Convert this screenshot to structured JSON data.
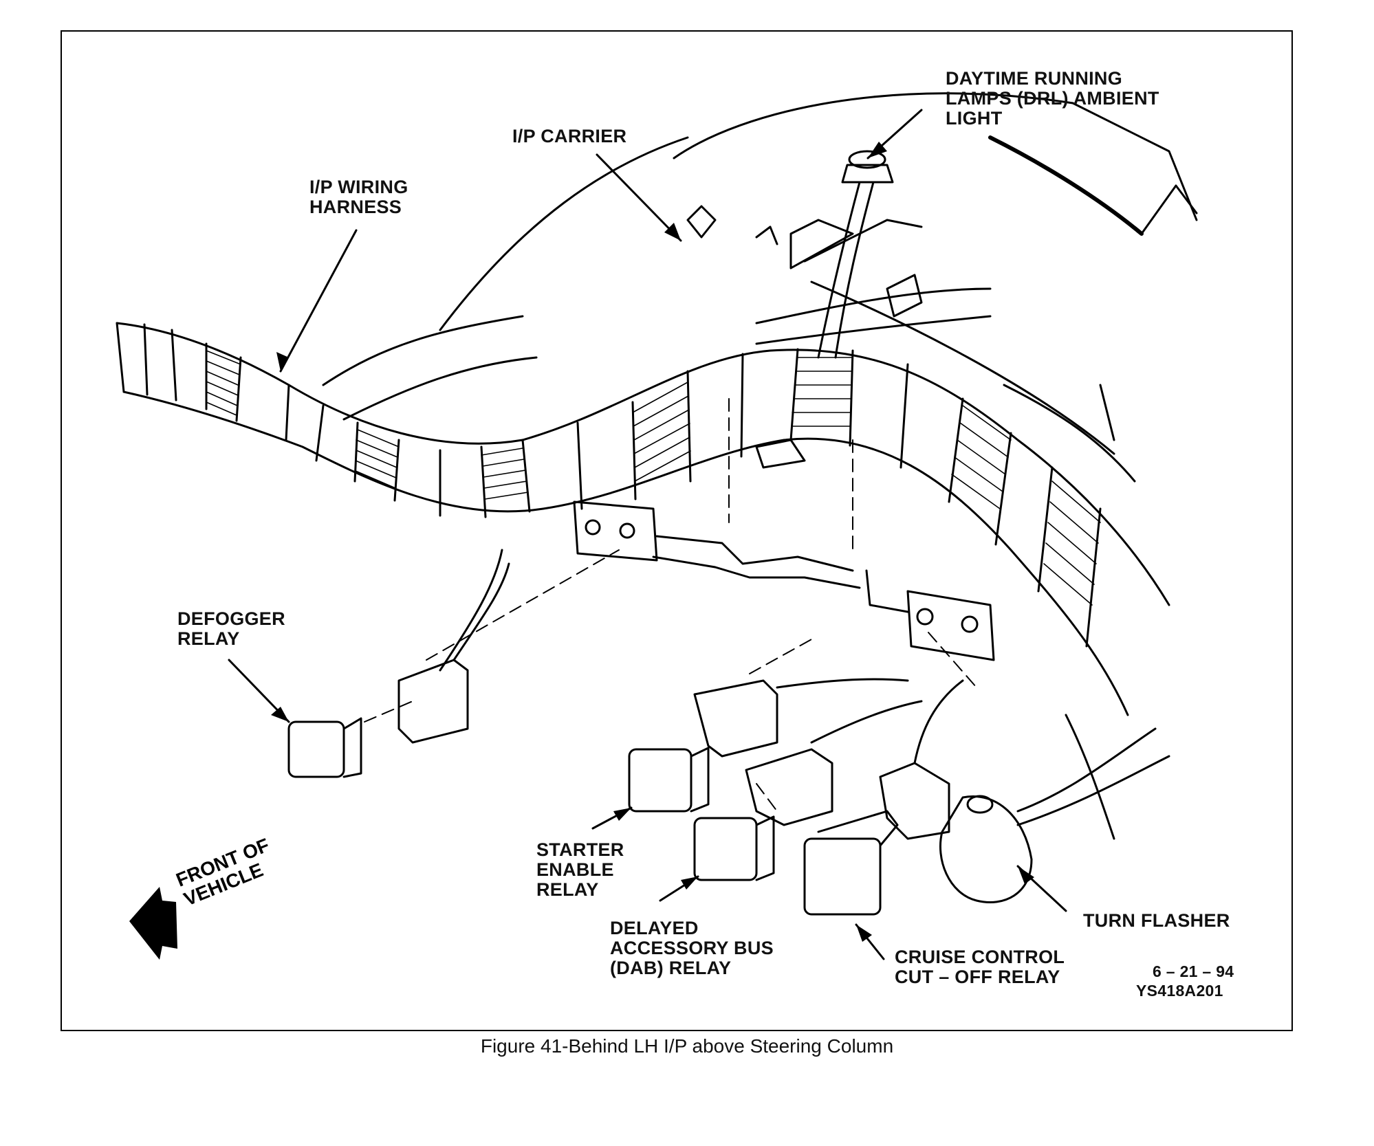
{
  "labels": {
    "drl_sensor": "DAYTIME RUNNING\nLAMPS (DRL) AMBIENT\nLIGHT",
    "ip_carrier": "I/P CARRIER",
    "ip_wiring_harness": "I/P WIRING\nHARNESS",
    "defogger_relay": "DEFOGGER\nRELAY",
    "starter_enable_relay": "STARTER\nENABLE\nRELAY",
    "dab_relay": "DELAYED\nACCESSORY BUS\n(DAB) RELAY",
    "cruise_control_relay": "CRUISE CONTROL\nCUT – OFF RELAY",
    "turn_flasher": "TURN FLASHER",
    "front_of_vehicle": "FRONT OF\nVEHICLE"
  },
  "figure_code": {
    "date": "6 – 21 – 94",
    "id": "YS418A201"
  },
  "caption": "Figure 41-Behind LH I/P above Steering Column"
}
